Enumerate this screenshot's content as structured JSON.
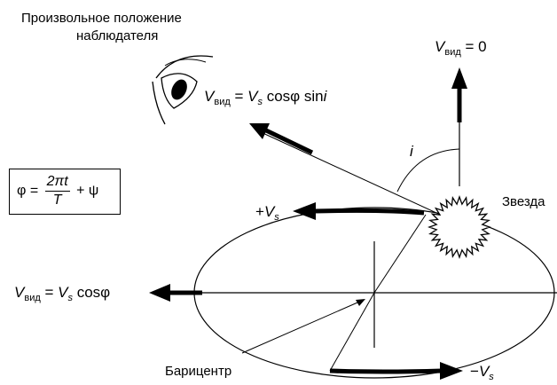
{
  "observer": {
    "line1": "Произвольное положение",
    "line2": "наблюдателя"
  },
  "labels": {
    "v_top_V": "V",
    "v_top_sub": "вид",
    "v_top_eq": " = 0",
    "v_obs_V": "V",
    "v_obs_sub": "вид",
    "v_obs_eq": " = ",
    "v_obs_Vs": "V",
    "v_obs_s": "s",
    "v_obs_tail": " cosφ sin",
    "v_obs_i": "i",
    "angle_i": "i",
    "star": "Звезда",
    "plus_vs_sign": "+",
    "plus_vs_V": "V",
    "plus_vs_s": "s",
    "minus_vs_sign": "−",
    "minus_vs_V": "V",
    "minus_vs_s": "s",
    "v_left_V": "V",
    "v_left_sub": "вид",
    "v_left_eq": " = ",
    "v_left_Vs": "V",
    "v_left_s": "s",
    "v_left_tail": " cosφ",
    "barycenter": "Барицентр"
  },
  "formula": {
    "lhs": "φ = ",
    "num": "2πt",
    "den": "T",
    "rhs": " + ψ"
  }
}
